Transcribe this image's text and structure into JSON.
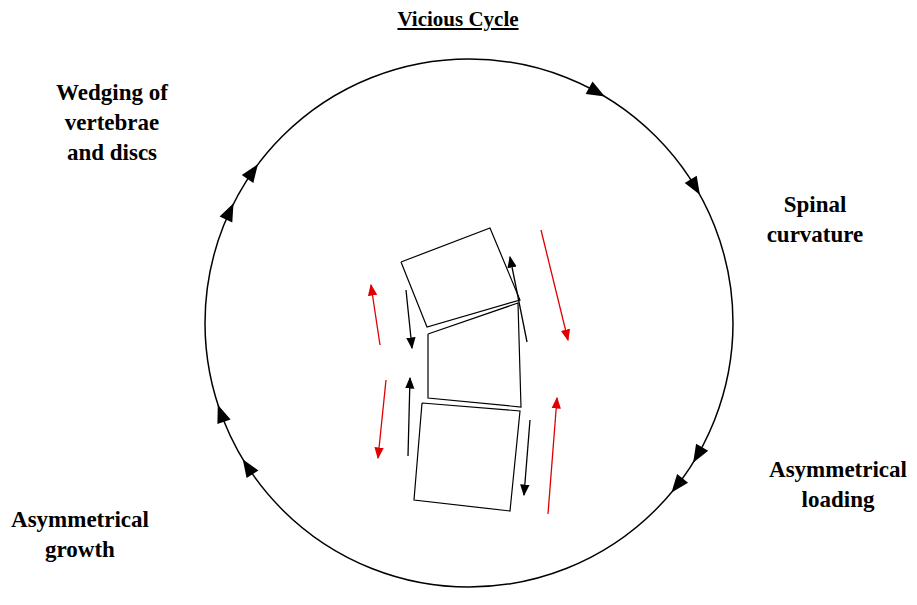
{
  "diagram": {
    "title": "Vicious Cycle",
    "labels": [
      "Wedging of vertebrae and discs",
      "Spinal curvature",
      "Asymmetrical loading",
      "Asymmetrical growth"
    ]
  }
}
